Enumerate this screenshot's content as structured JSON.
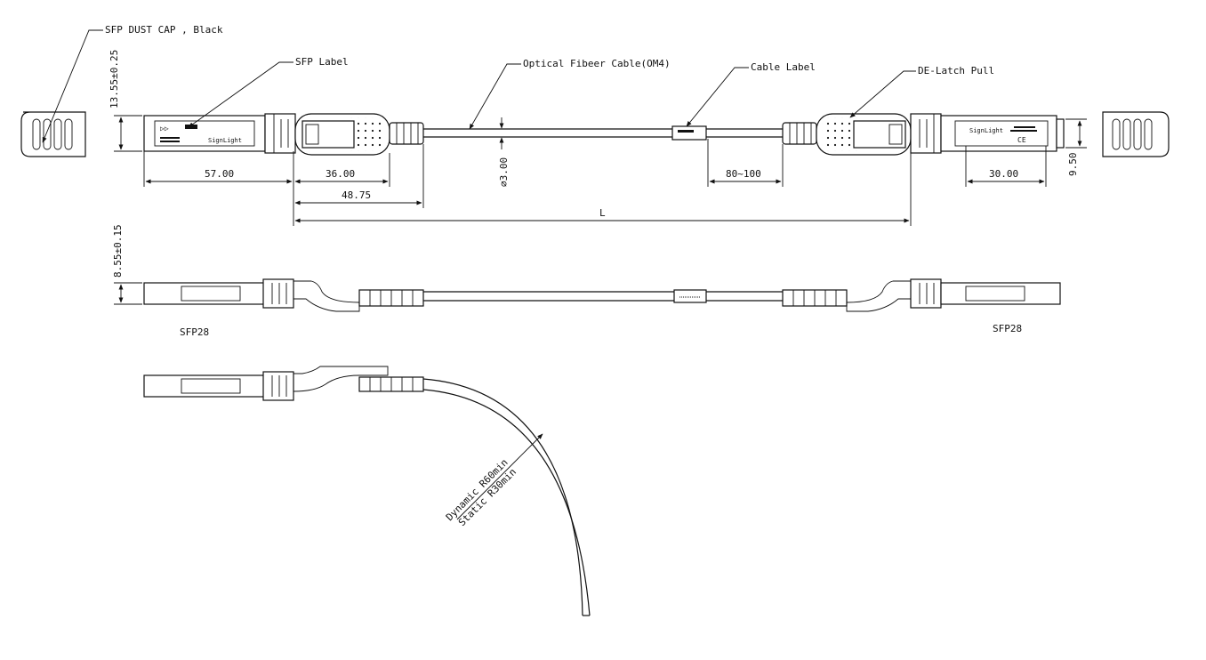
{
  "labels": {
    "dust_cap": "SFP DUST CAP , Black",
    "sfp_label": "SFP Label",
    "fiber_cable": "Optical Fibeer Cable(OM4)",
    "cable_label": "Cable Label",
    "delatch": "DE-Latch Pull",
    "sfp28_left": "SFP28",
    "sfp28_right": "SFP28",
    "bend_dynamic": "Dynamic R60min",
    "bend_static": "Static R30min"
  },
  "dimensions": {
    "height_top": "13.55±0.25",
    "d57": "57.00",
    "d36": "36.00",
    "d4875": "48.75",
    "diameter": "∅3.00",
    "d80_100": "80~100",
    "L": "L",
    "d30": "30.00",
    "d950": "9.50",
    "height_side": "8.55±0.15"
  }
}
